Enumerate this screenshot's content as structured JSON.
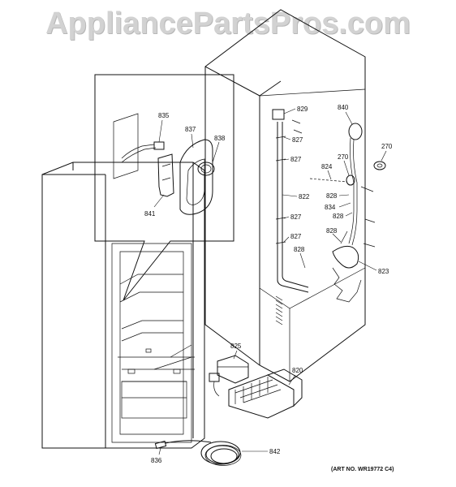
{
  "watermark": "AppliancePartsPros.com",
  "art_number": "(ART NO. WR19772 C4)",
  "callouts": {
    "c835": "835",
    "c837": "837",
    "c838": "838",
    "c841": "841",
    "c829": "829",
    "c840": "840",
    "c827a": "827",
    "c827b": "827",
    "c827c": "827",
    "c827d": "827",
    "c270a": "270",
    "c270b": "270",
    "c824": "824",
    "c822": "822",
    "c828a": "828",
    "c828b": "828",
    "c828c": "828",
    "c828d": "828",
    "c834": "834",
    "c823": "823",
    "c825": "825",
    "c820": "820",
    "c836": "836",
    "c842": "842"
  }
}
